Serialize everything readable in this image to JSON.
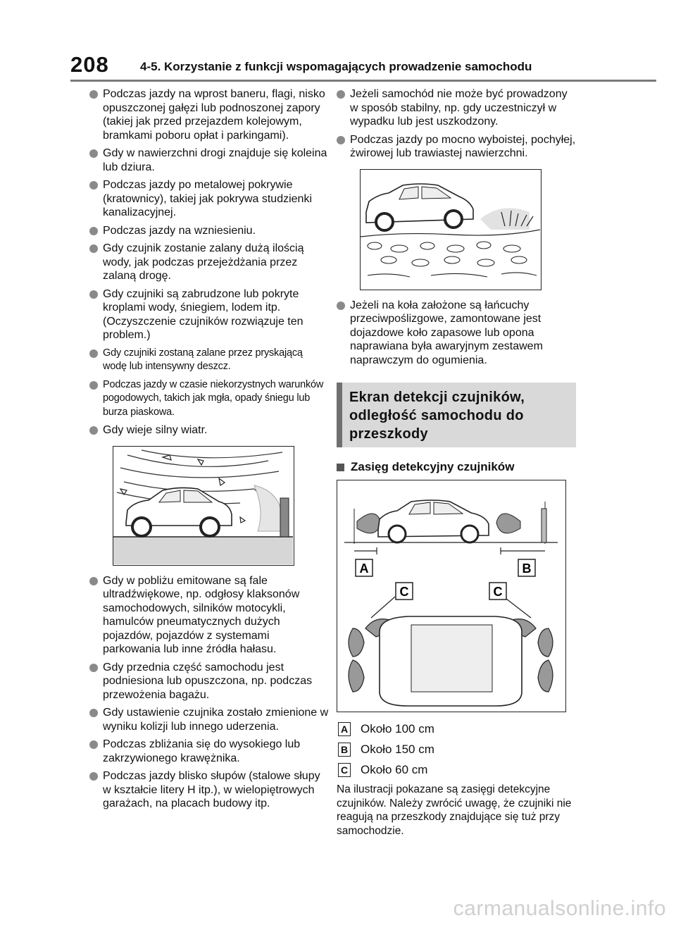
{
  "header": {
    "page_number": "208",
    "chapter_title": "4-5. Korzystanie z funkcji wspomagających prowadzenie samochodu"
  },
  "left_column": {
    "bullets_before_figure": [
      "Podczas jazdy na wprost baneru, flagi, nisko opuszczonej gałęzi lub podnoszonej zapory (takiej jak przed przejazdem kolejowym, bramkami poboru opłat i parkingami).",
      "Gdy w nawierzchni drogi znajduje się koleina lub dziura.",
      "Podczas jazdy po metalowej pokrywie (kratownicy), takiej jak pokrywa studzienki kanalizacyjnej.",
      "Podczas jazdy na wzniesieniu.",
      "Gdy czujnik zostanie zalany dużą ilością wody, jak podczas przejeżdżania przez zalaną drogę.",
      "Gdy czujniki są zabrudzone lub pokryte kroplami wody, śniegiem, lodem itp. (Oczyszczenie czujników rozwiązuje ten problem.)",
      "Gdy czujniki zostaną zalane przez pryskającą wodę lub intensywny deszcz.",
      "Podczas jazdy w czasie niekorzystnych warunków pogodowych, takich jak mgła, opady śniegu lub burza piaskowa.",
      "Gdy wieje silny wiatr."
    ],
    "bullets_after_figure": [
      "Gdy w pobliżu emitowane są fale ultradźwiękowe, np. odgłosy klaksonów samochodowych, silników motocykli, hamulców pneumatycznych dużych pojazdów, pojazdów z systemami parkowania lub inne źródła hałasu.",
      "Gdy przednia część samochodu jest podniesiona lub opuszczona, np. podczas przewożenia bagażu.",
      "Gdy ustawienie czujnika zostało zmienione w wyniku kolizji lub innego uderzenia.",
      "Podczas zbliżania się do wysokiego lub zakrzywionego krawężnika.",
      "Podczas jazdy blisko słupów (stalowe słupy w kształcie litery H itp.), w wielopiętrowych garażach, na placach budowy itp."
    ]
  },
  "right_column": {
    "bullets_before_figure": [
      "Jeżeli samochód nie może być prowadzony w sposób stabilny, np. gdy uczestniczył w wypadku lub jest uszkodzony.",
      "Podczas jazdy po mocno wyboistej, pochyłej, żwirowej lub trawiastej nawierzchni."
    ],
    "bullets_after_figure": [
      "Jeżeli na koła założone są łańcuchy przeciwpoślizgowe, zamontowane jest dojazdowe koło zapasowe lub opona naprawiana była awaryjnym zestawem naprawczym do ogumienia."
    ],
    "section_title": "Ekran detekcji czujników, odległość samochodu do przeszkody",
    "subsection_title": "Zasięg detekcyjny czujników",
    "legend": [
      {
        "key": "A",
        "text": "Około 100 cm"
      },
      {
        "key": "B",
        "text": "Około 150 cm"
      },
      {
        "key": "C",
        "text": "Około 60 cm"
      }
    ],
    "note": "Na ilustracji pokazane są zasięgi detekcyjne czujników. Należy zwrócić uwagę, że czujniki nie reagują na przeszkody znajdujące się tuż przy samochodzie."
  },
  "diagram_labels": {
    "a": "A",
    "b": "B",
    "c": "C"
  },
  "footer": {
    "watermark": "carmanualsonline.info"
  }
}
